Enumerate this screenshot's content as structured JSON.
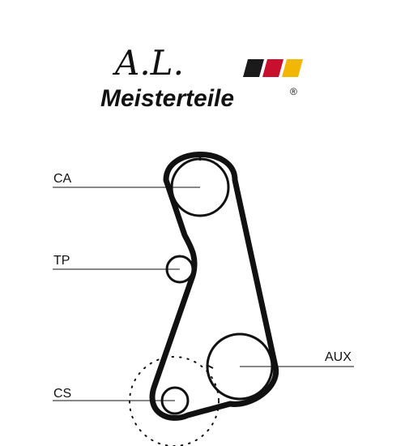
{
  "logo": {
    "initials": "A.L.",
    "brand": "Meisterteile",
    "registered_mark": "®",
    "flag_colors": [
      "#1a1a1a",
      "#c8102e",
      "#f2b705"
    ]
  },
  "diagram": {
    "labels": {
      "ca": "CA",
      "tp": "TP",
      "aux": "AUX",
      "cs": "CS"
    }
  }
}
